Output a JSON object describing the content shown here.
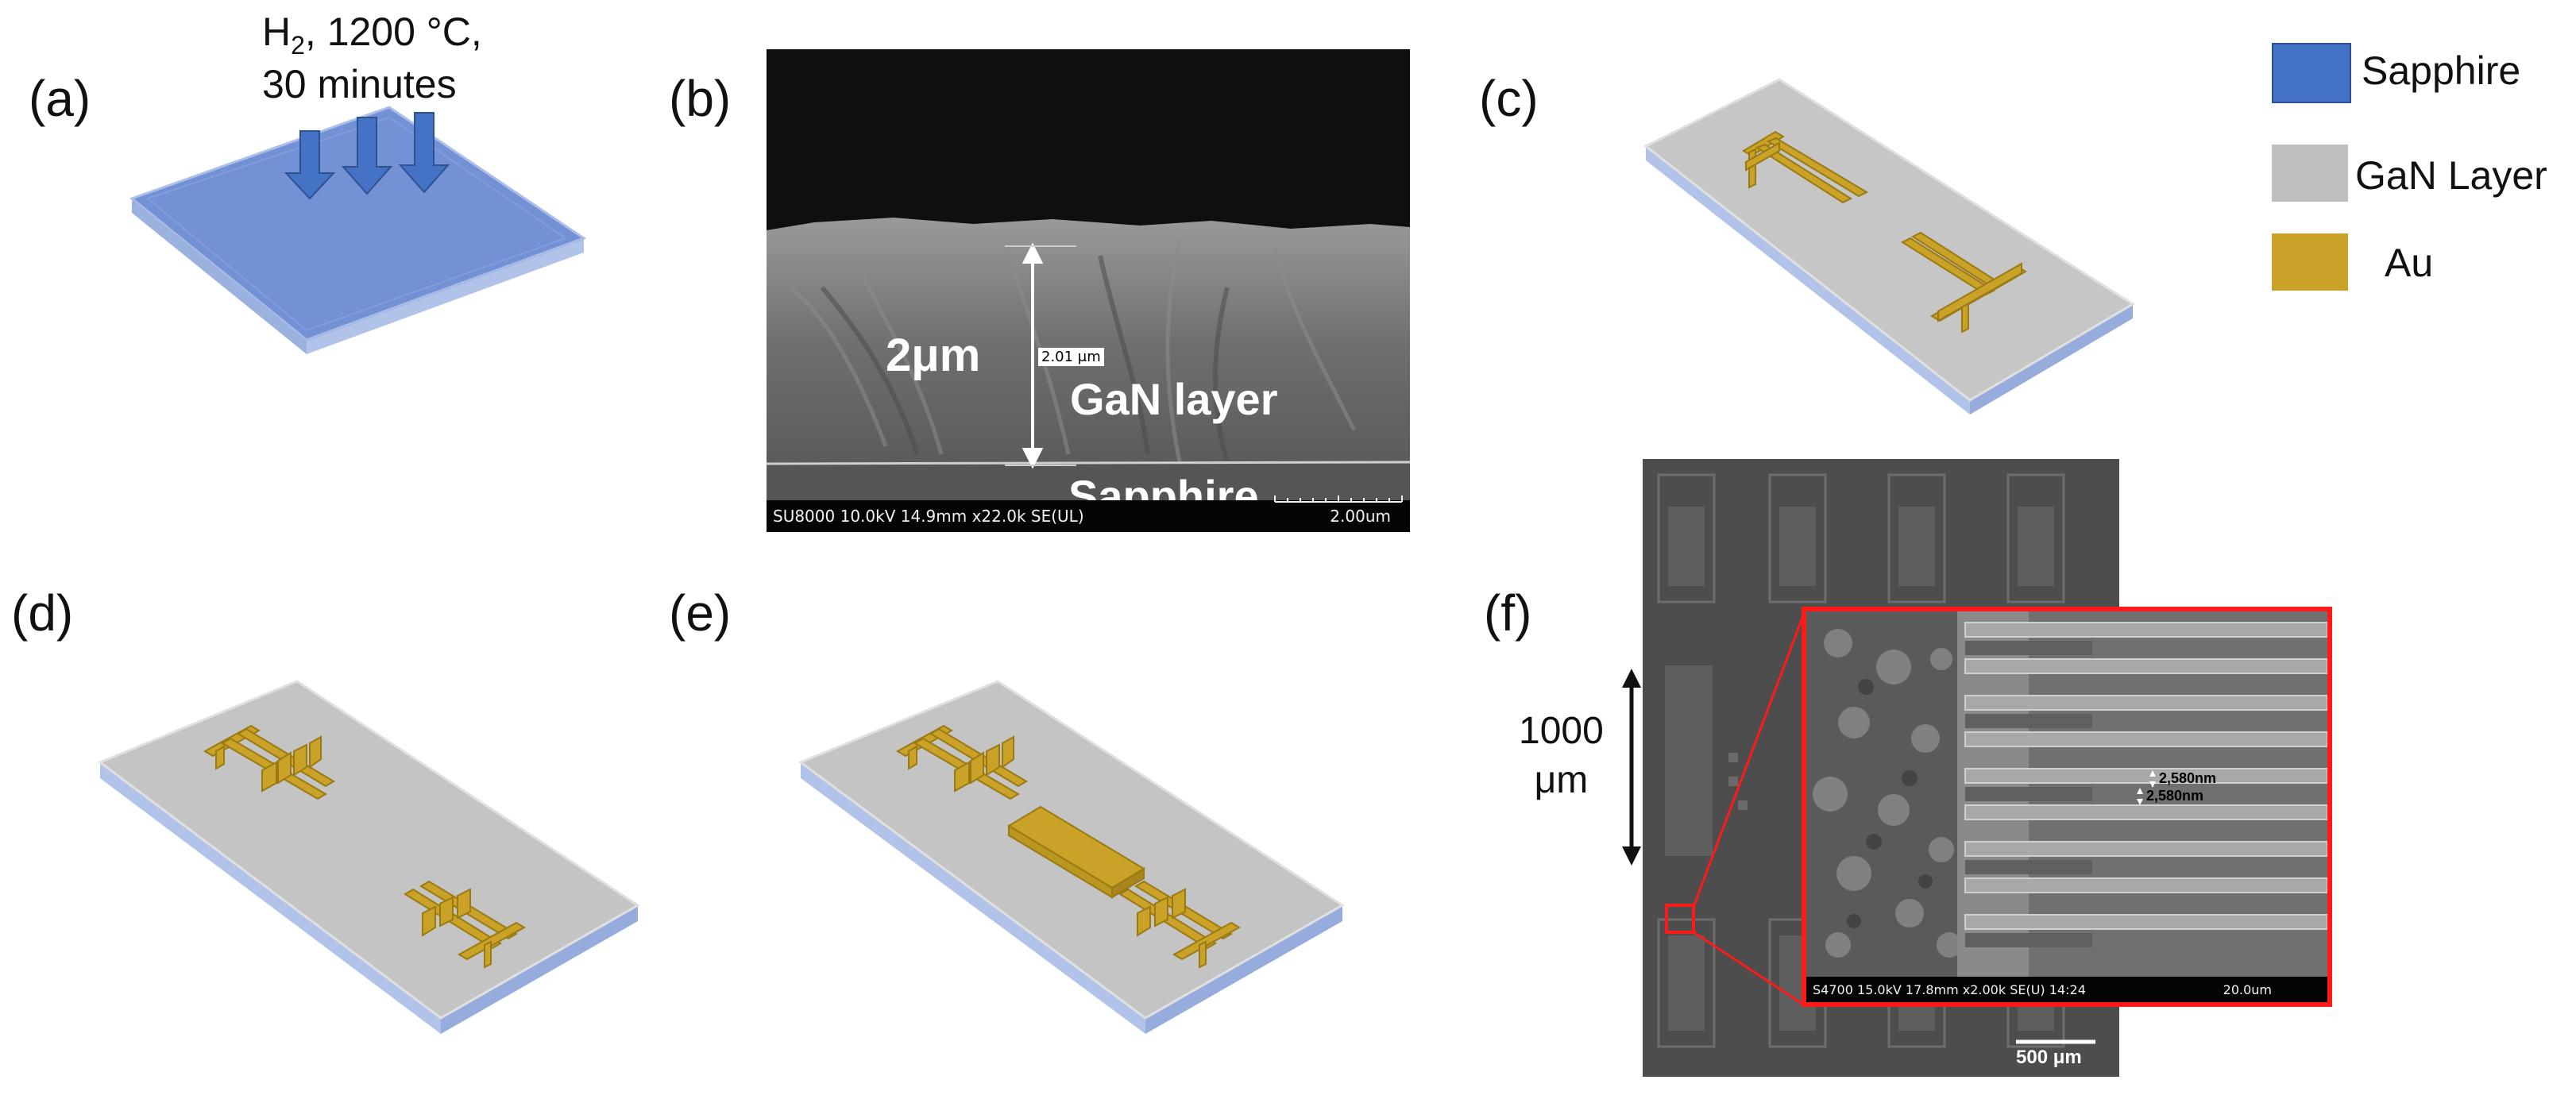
{
  "panels": {
    "a": "(a)",
    "b": "(b)",
    "c": "(c)",
    "d": "(d)",
    "e": "(e)",
    "f": "(f)"
  },
  "annealing": {
    "line1_prefix": "H",
    "line1_sub": "2",
    "line1_suffix": ", 1200 °C,",
    "line2": "30 minutes"
  },
  "legend": [
    {
      "label": "Sapphire",
      "color": "#4472c4"
    },
    {
      "label": "GaN Layer",
      "color": "#bfbfbf"
    },
    {
      "label": "Au",
      "color": "#c9a227"
    }
  ],
  "sem_b": {
    "thickness_label": "2μm",
    "measure_tag": "2.01 μm",
    "layer_label": "GaN layer",
    "substrate_label": "Sapphire",
    "info_bar": "SU8000 10.0kV 14.9mm x22.0k SE(UL)",
    "scale_text": "2.00um"
  },
  "sem_f": {
    "scale_text_line1": "1000",
    "scale_text_line2": "μm",
    "scale_bar": "500 μm",
    "inset_info_bar": "S4700 15.0kV 17.8mm x2.00k SE(U) 14:24",
    "inset_scale": "20.0um",
    "gap_label_1": "2,580nm",
    "gap_label_2": "2,580nm"
  },
  "colors": {
    "sapphire": "#4472c4",
    "gan": "#bfbfbf",
    "gold": "#c9a227",
    "inset_border": "#ff1a1a"
  }
}
